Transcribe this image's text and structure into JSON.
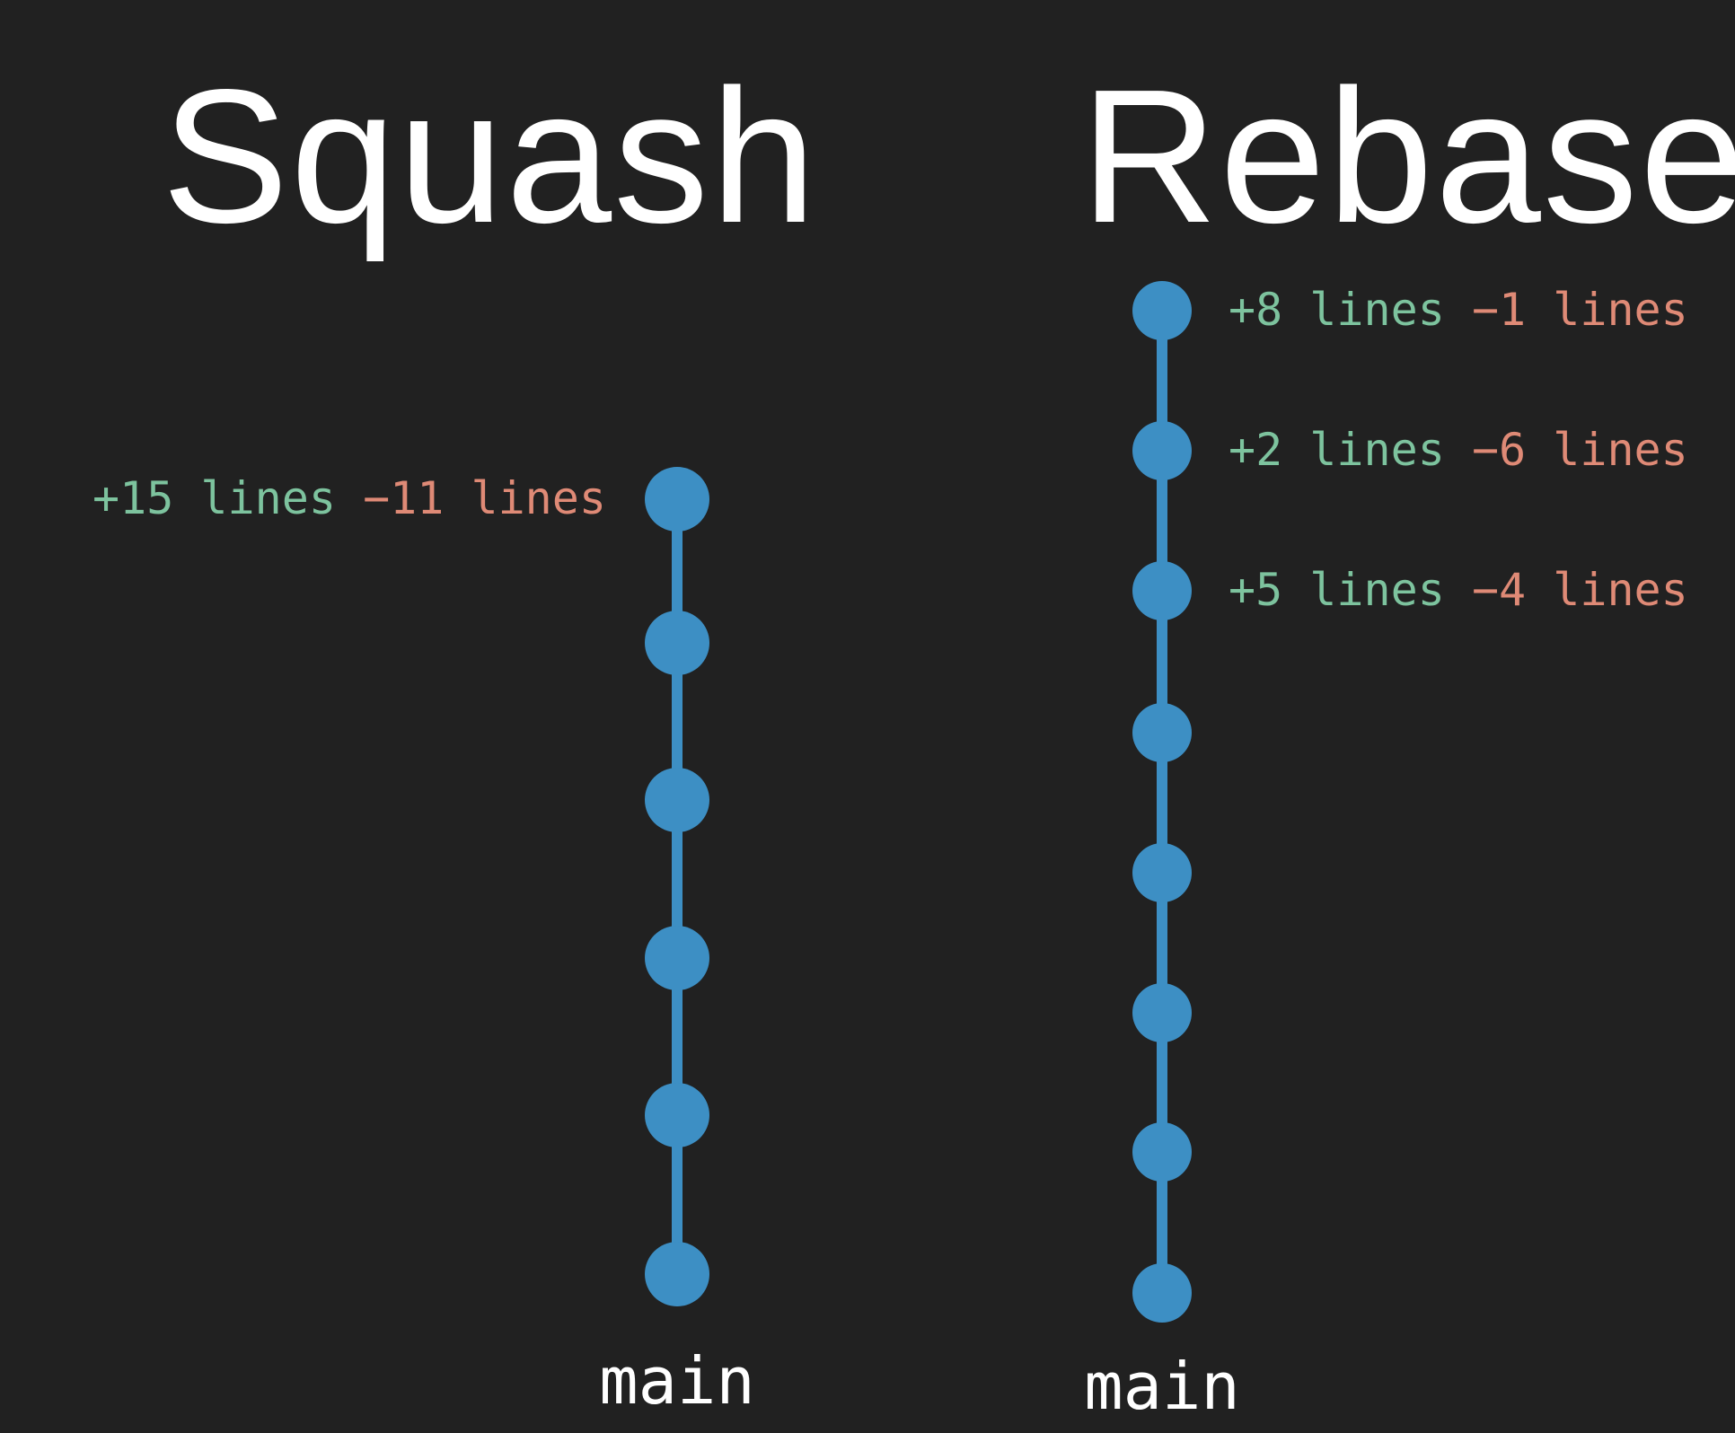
{
  "colors": {
    "background": "#212121",
    "title": "#ffffff",
    "commit": "#3d8fc4",
    "additions": "#7dc39e",
    "deletions": "#df8a76",
    "branch_label": "#ffffff"
  },
  "squash": {
    "title": "Squash",
    "branch": "main",
    "commits": [
      {
        "additions": "+15 lines",
        "deletions": "−11 lines"
      },
      {},
      {},
      {},
      {},
      {}
    ]
  },
  "rebase": {
    "title": "Rebase",
    "branch": "main",
    "commits": [
      {
        "additions": "+8 lines",
        "deletions": "−1 lines"
      },
      {
        "additions": "+2 lines",
        "deletions": "−6 lines"
      },
      {
        "additions": "+5 lines",
        "deletions": "−4 lines"
      },
      {},
      {},
      {},
      {},
      {}
    ]
  }
}
